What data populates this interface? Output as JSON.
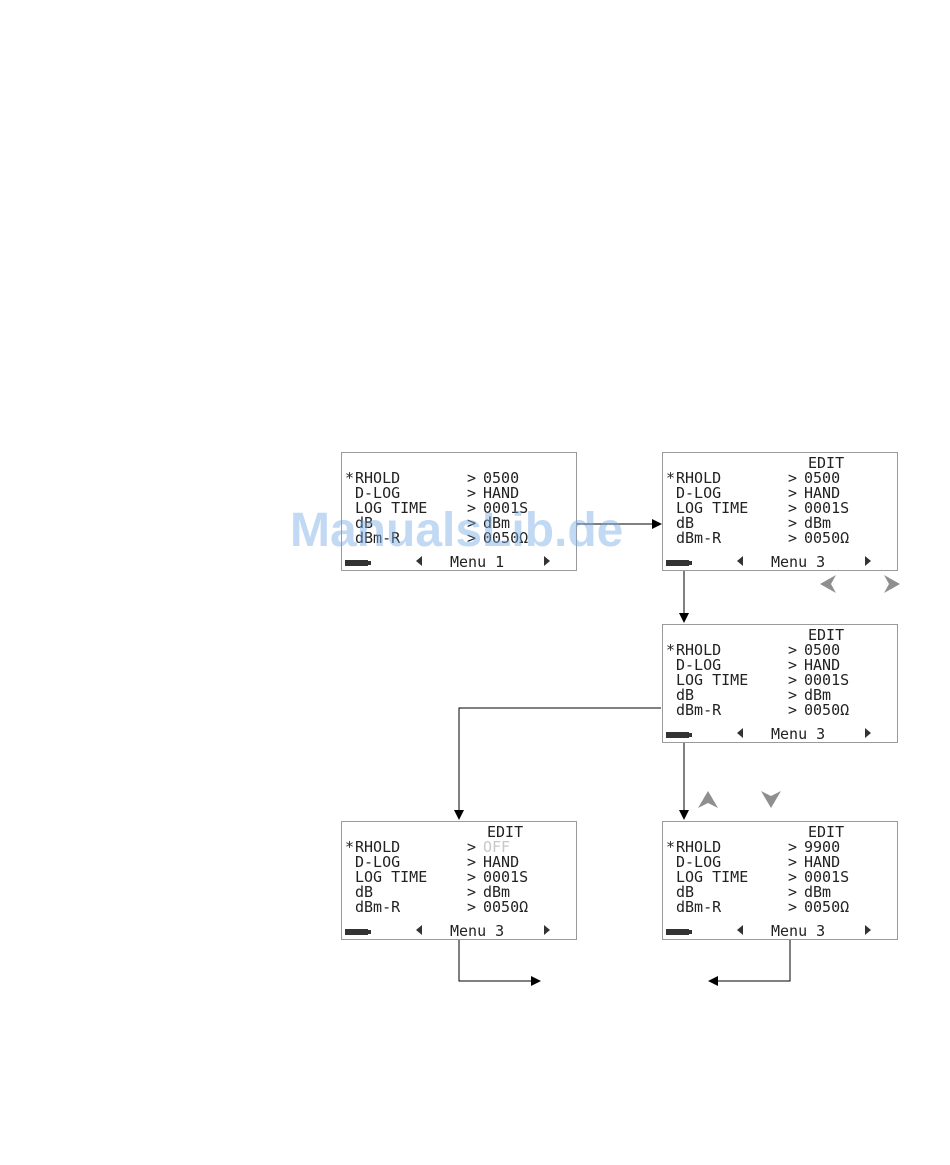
{
  "watermark": "ManualsLib.de",
  "icons": [
    "battery-icon",
    "menu-left-triangle-icon",
    "menu-right-triangle-icon",
    "left-arrow-key-icon",
    "right-arrow-key-icon",
    "up-arrow-key-icon",
    "down-arrow-key-icon"
  ],
  "panels": {
    "p1": {
      "edit": "",
      "rows": [
        {
          "star": "*",
          "label": "RHOLD",
          "gt": ">",
          "value": "0500"
        },
        {
          "star": "",
          "label": "D-LOG",
          "gt": ">",
          "value": "HAND"
        },
        {
          "star": "",
          "label": "LOG TIME",
          "gt": ">",
          "value": "0001S"
        },
        {
          "star": "",
          "label": "dB",
          "gt": ">",
          "value": "dBm"
        },
        {
          "star": "",
          "label": "dBm-R",
          "gt": ">",
          "value": "0050Ω"
        }
      ],
      "menu": "Menu 1"
    },
    "p2": {
      "edit": "EDIT",
      "rows": [
        {
          "star": "*",
          "label": "RHOLD",
          "gt": ">",
          "value": "0500"
        },
        {
          "star": "",
          "label": "D-LOG",
          "gt": ">",
          "value": "HAND"
        },
        {
          "star": "",
          "label": "LOG TIME",
          "gt": ">",
          "value": "0001S"
        },
        {
          "star": "",
          "label": "dB",
          "gt": ">",
          "value": "dBm"
        },
        {
          "star": "",
          "label": "dBm-R",
          "gt": ">",
          "value": "0050Ω"
        }
      ],
      "menu": "Menu 3"
    },
    "p3": {
      "edit": "EDIT",
      "rows": [
        {
          "star": "*",
          "label": "RHOLD",
          "gt": ">",
          "value": "0500"
        },
        {
          "star": "",
          "label": "D-LOG",
          "gt": ">",
          "value": "HAND"
        },
        {
          "star": "",
          "label": "LOG TIME",
          "gt": ">",
          "value": "0001S"
        },
        {
          "star": "",
          "label": "dB",
          "gt": ">",
          "value": "dBm"
        },
        {
          "star": "",
          "label": "dBm-R",
          "gt": ">",
          "value": "0050Ω"
        }
      ],
      "menu": "Menu 3"
    },
    "p4": {
      "edit": "EDIT",
      "rows": [
        {
          "star": "*",
          "label": "RHOLD",
          "gt": ">",
          "value": "OFF"
        },
        {
          "star": "",
          "label": "D-LOG",
          "gt": ">",
          "value": "HAND"
        },
        {
          "star": "",
          "label": "LOG TIME",
          "gt": ">",
          "value": "0001S"
        },
        {
          "star": "",
          "label": "dB",
          "gt": ">",
          "value": "dBm"
        },
        {
          "star": "",
          "label": "dBm-R",
          "gt": ">",
          "value": "0050Ω"
        }
      ],
      "menu": "Menu 3"
    },
    "p5": {
      "edit": "EDIT",
      "rows": [
        {
          "star": "*",
          "label": "RHOLD",
          "gt": ">",
          "value": "9900"
        },
        {
          "star": "",
          "label": "D-LOG",
          "gt": ">",
          "value": "HAND"
        },
        {
          "star": "",
          "label": "LOG TIME",
          "gt": ">",
          "value": "0001S"
        },
        {
          "star": "",
          "label": "dB",
          "gt": ">",
          "value": "dBm"
        },
        {
          "star": "",
          "label": "dBm-R",
          "gt": ">",
          "value": "0050Ω"
        }
      ],
      "menu": "Menu 3"
    }
  }
}
